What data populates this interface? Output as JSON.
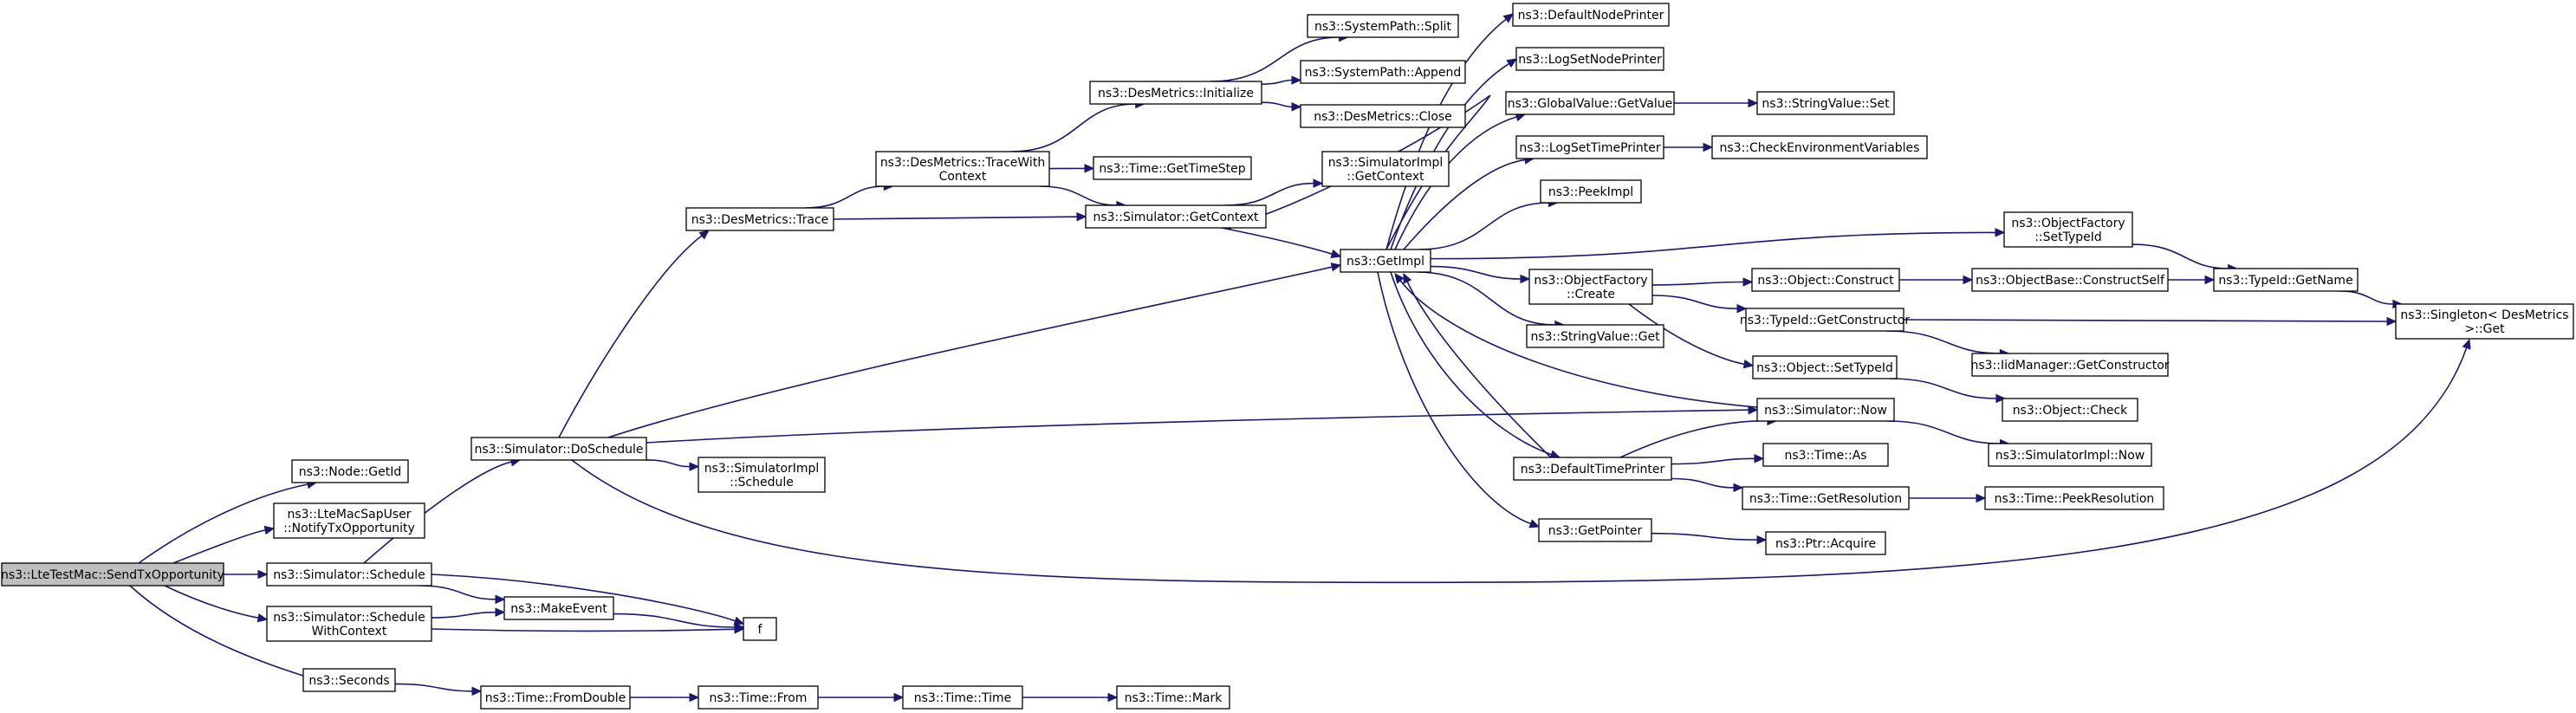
{
  "colors": {
    "edge": "#191970",
    "node_border": "#000000",
    "node_fill": "#ffffff",
    "root_fill": "#bfbfbf",
    "truncated_border": "#ff0000"
  },
  "nodes": [
    {
      "id": "send",
      "lines": [
        "ns3::LteTestMac::SendTxOpportunity"
      ],
      "style": "root"
    },
    {
      "id": "getid",
      "lines": [
        "ns3::Node::GetId"
      ]
    },
    {
      "id": "notify",
      "lines": [
        "ns3::LteMacSapUser",
        "::NotifyTxOpportunity"
      ]
    },
    {
      "id": "schedule",
      "lines": [
        "ns3::Simulator::Schedule"
      ]
    },
    {
      "id": "schedctx",
      "lines": [
        "ns3::Simulator::Schedule",
        "WithContext"
      ]
    },
    {
      "id": "seconds",
      "lines": [
        "ns3::Seconds"
      ]
    },
    {
      "id": "dosched",
      "lines": [
        "ns3::Simulator::DoSchedule"
      ]
    },
    {
      "id": "makeevent",
      "lines": [
        "ns3::MakeEvent"
      ]
    },
    {
      "id": "f",
      "lines": [
        "f"
      ]
    },
    {
      "id": "fromdouble",
      "lines": [
        "ns3::Time::FromDouble"
      ]
    },
    {
      "id": "from",
      "lines": [
        "ns3::Time::From"
      ]
    },
    {
      "id": "timetime",
      "lines": [
        "ns3::Time::Time"
      ]
    },
    {
      "id": "mark",
      "lines": [
        "ns3::Time::Mark"
      ],
      "style": "truncated"
    },
    {
      "id": "destrace",
      "lines": [
        "ns3::DesMetrics::Trace"
      ]
    },
    {
      "id": "implsched",
      "lines": [
        "ns3::SimulatorImpl",
        "::Schedule"
      ]
    },
    {
      "id": "tracewith",
      "lines": [
        "ns3::DesMetrics::TraceWith",
        "Context"
      ]
    },
    {
      "id": "init",
      "lines": [
        "ns3::DesMetrics::Initialize"
      ]
    },
    {
      "id": "split",
      "lines": [
        "ns3::SystemPath::Split"
      ]
    },
    {
      "id": "append",
      "lines": [
        "ns3::SystemPath::Append"
      ]
    },
    {
      "id": "close",
      "lines": [
        "ns3::DesMetrics::Close"
      ]
    },
    {
      "id": "timestep",
      "lines": [
        "ns3::Time::GetTimeStep"
      ]
    },
    {
      "id": "getctx",
      "lines": [
        "ns3::Simulator::GetContext"
      ]
    },
    {
      "id": "implctx",
      "lines": [
        "ns3::SimulatorImpl",
        "::GetContext"
      ]
    },
    {
      "id": "getimpl",
      "lines": [
        "ns3::GetImpl"
      ]
    },
    {
      "id": "defnode",
      "lines": [
        "ns3::DefaultNodePrinter"
      ]
    },
    {
      "id": "lognode",
      "lines": [
        "ns3::LogSetNodePrinter"
      ]
    },
    {
      "id": "gvget",
      "lines": [
        "ns3::GlobalValue::GetValue"
      ]
    },
    {
      "id": "svset",
      "lines": [
        "ns3::StringValue::Set"
      ]
    },
    {
      "id": "logtime",
      "lines": [
        "ns3::LogSetTimePrinter"
      ]
    },
    {
      "id": "checkenv",
      "lines": [
        "ns3::CheckEnvironmentVariables"
      ],
      "style": "truncated"
    },
    {
      "id": "peek",
      "lines": [
        "ns3::PeekImpl"
      ]
    },
    {
      "id": "ofcreate",
      "lines": [
        "ns3::ObjectFactory",
        "::Create"
      ]
    },
    {
      "id": "ofsettid",
      "lines": [
        "ns3::ObjectFactory",
        "::SetTypeId"
      ]
    },
    {
      "id": "svget",
      "lines": [
        "ns3::StringValue::Get"
      ]
    },
    {
      "id": "construct",
      "lines": [
        "ns3::Object::Construct"
      ]
    },
    {
      "id": "cself",
      "lines": [
        "ns3::ObjectBase::ConstructSelf"
      ],
      "style": "truncated"
    },
    {
      "id": "getname",
      "lines": [
        "ns3::TypeId::GetName"
      ],
      "style": "truncated"
    },
    {
      "id": "singleton",
      "lines": [
        "ns3::Singleton< DesMetrics",
        " >::Get"
      ]
    },
    {
      "id": "getctor",
      "lines": [
        "ns3::TypeId::GetConstructor"
      ]
    },
    {
      "id": "iidctor",
      "lines": [
        "ns3::IidManager::GetConstructor"
      ],
      "style": "truncated"
    },
    {
      "id": "settid",
      "lines": [
        "ns3::Object::SetTypeId"
      ]
    },
    {
      "id": "check",
      "lines": [
        "ns3::Object::Check"
      ],
      "style": "truncated"
    },
    {
      "id": "now",
      "lines": [
        "ns3::Simulator::Now"
      ]
    },
    {
      "id": "implnow",
      "lines": [
        "ns3::SimulatorImpl::Now"
      ]
    },
    {
      "id": "deftime",
      "lines": [
        "ns3::DefaultTimePrinter"
      ]
    },
    {
      "id": "as",
      "lines": [
        "ns3::Time::As"
      ]
    },
    {
      "id": "getres",
      "lines": [
        "ns3::Time::GetResolution"
      ]
    },
    {
      "id": "peekres",
      "lines": [
        "ns3::Time::PeekResolution"
      ],
      "style": "truncated"
    },
    {
      "id": "getptr",
      "lines": [
        "ns3::GetPointer"
      ]
    },
    {
      "id": "acquire",
      "lines": [
        "ns3::Ptr::Acquire"
      ]
    }
  ],
  "edges": [
    [
      "send",
      "getid"
    ],
    [
      "send",
      "notify"
    ],
    [
      "send",
      "schedule"
    ],
    [
      "send",
      "schedctx"
    ],
    [
      "send",
      "seconds"
    ],
    [
      "schedule",
      "dosched"
    ],
    [
      "schedule",
      "makeevent"
    ],
    [
      "schedule",
      "f"
    ],
    [
      "schedctx",
      "makeevent"
    ],
    [
      "schedctx",
      "f"
    ],
    [
      "makeevent",
      "f"
    ],
    [
      "seconds",
      "fromdouble"
    ],
    [
      "fromdouble",
      "from"
    ],
    [
      "from",
      "timetime"
    ],
    [
      "timetime",
      "mark"
    ],
    [
      "dosched",
      "destrace"
    ],
    [
      "dosched",
      "getimpl"
    ],
    [
      "dosched",
      "implsched"
    ],
    [
      "dosched",
      "now"
    ],
    [
      "dosched",
      "singleton"
    ],
    [
      "destrace",
      "tracewith"
    ],
    [
      "destrace",
      "getctx"
    ],
    [
      "tracewith",
      "init"
    ],
    [
      "tracewith",
      "timestep"
    ],
    [
      "tracewith",
      "getctx"
    ],
    [
      "init",
      "split"
    ],
    [
      "init",
      "append"
    ],
    [
      "init",
      "close"
    ],
    [
      "getctx",
      "implctx"
    ],
    [
      "getctx",
      "getimpl"
    ],
    [
      "getimpl",
      "defnode"
    ],
    [
      "getimpl",
      "lognode"
    ],
    [
      "getimpl",
      "gvget"
    ],
    [
      "getimpl",
      "logtime"
    ],
    [
      "getimpl",
      "peek"
    ],
    [
      "getimpl",
      "ofcreate"
    ],
    [
      "getimpl",
      "ofsettid"
    ],
    [
      "getimpl",
      "svget"
    ],
    [
      "getimpl",
      "getctx"
    ],
    [
      "getimpl",
      "deftime"
    ],
    [
      "getimpl",
      "getptr"
    ],
    [
      "gvget",
      "svset"
    ],
    [
      "logtime",
      "checkenv"
    ],
    [
      "ofcreate",
      "construct"
    ],
    [
      "ofcreate",
      "getctor"
    ],
    [
      "ofcreate",
      "settid"
    ],
    [
      "construct",
      "cself"
    ],
    [
      "cself",
      "getname"
    ],
    [
      "ofsettid",
      "getname"
    ],
    [
      "getname",
      "singleton"
    ],
    [
      "getctor",
      "singleton"
    ],
    [
      "getctor",
      "iidctor"
    ],
    [
      "settid",
      "check"
    ],
    [
      "now",
      "getimpl"
    ],
    [
      "now",
      "implnow"
    ],
    [
      "deftime",
      "now"
    ],
    [
      "deftime",
      "as"
    ],
    [
      "deftime",
      "getres"
    ],
    [
      "deftime",
      "getimpl"
    ],
    [
      "getres",
      "peekres"
    ],
    [
      "getptr",
      "acquire"
    ]
  ]
}
